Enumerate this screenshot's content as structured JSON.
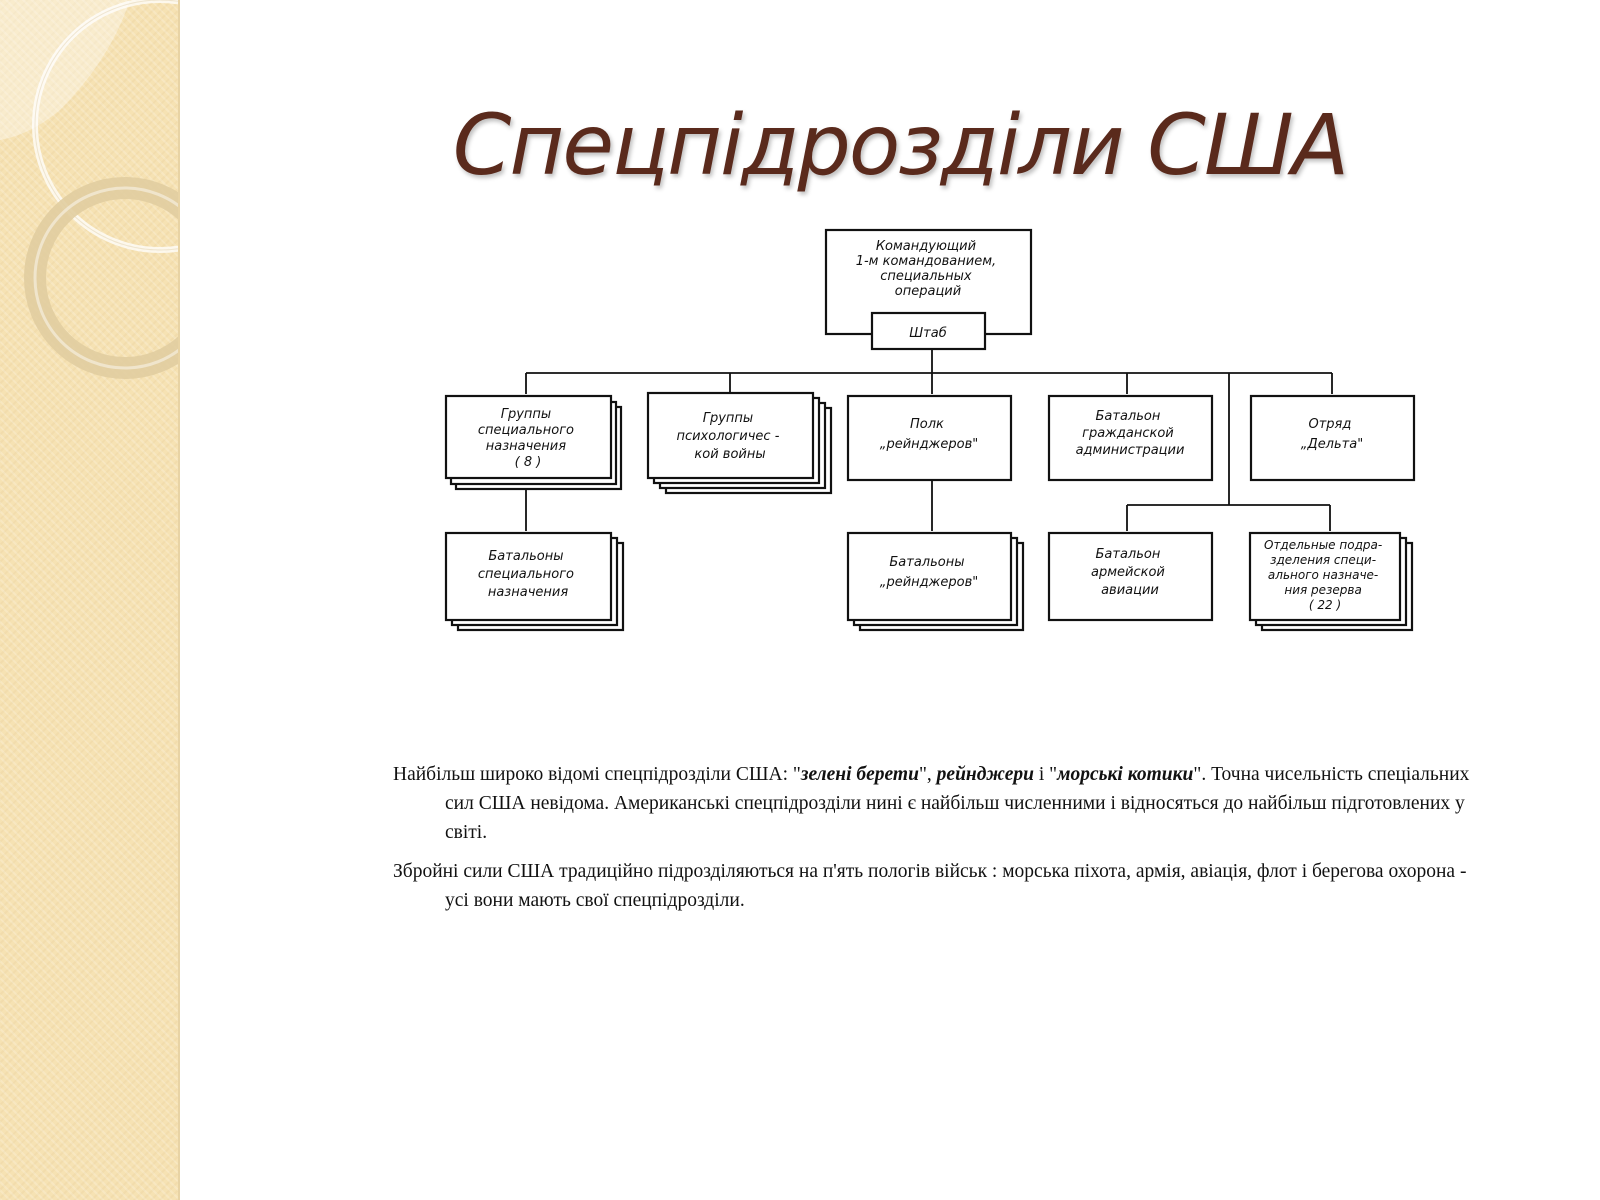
{
  "slide": {
    "title": "Спецпідрозділи США"
  },
  "diagram": {
    "root": {
      "lines": [
        "Командующий",
        "1-м командованием,",
        "специальных",
        "операций"
      ]
    },
    "staff": {
      "lines": [
        "Штаб"
      ]
    },
    "units": [
      {
        "id": "special_groups",
        "lines": [
          "Группы",
          "специального",
          "назначения",
          "( 8 )"
        ]
      },
      {
        "id": "psyops_groups",
        "lines": [
          "Группы",
          "психологичес -",
          "кой войны"
        ]
      },
      {
        "id": "ranger_regiment",
        "lines": [
          "Полк",
          "„рейнджеров\""
        ]
      },
      {
        "id": "civil_admin_battalion",
        "lines": [
          "Батальон",
          "гражданской",
          "администрации"
        ]
      },
      {
        "id": "delta",
        "lines": [
          "Отряд",
          "„Дельта\""
        ]
      }
    ],
    "subunits": [
      {
        "id": "special_battalions",
        "lines": [
          "Батальоны",
          "специального",
          "назначения"
        ]
      },
      {
        "id": "ranger_battalions",
        "lines": [
          "Батальоны",
          "„рейнджеров\""
        ]
      },
      {
        "id": "army_aviation_battalion",
        "lines": [
          "Батальон",
          "армейской",
          "авиации"
        ]
      },
      {
        "id": "reserve_units",
        "lines": [
          "Отдельные подра-",
          "зделения специ-",
          "ального назначе-",
          "ния резерва",
          "( 22 )"
        ]
      }
    ]
  },
  "body": {
    "p1": {
      "before": "Найбільш широко відомі спецпідрозділи США: \"",
      "term1": "зелені берети",
      "mid1": "\", ",
      "term2": "рейнджери",
      "mid2": " і \"",
      "term3": "морські котики",
      "after": "\". Точна чисельність спеціальних сил США невідома. Американські спецпідрозділи нині є найбільш численними і відносяться до найбільш підготовлених у світі."
    },
    "p2": {
      "text": "Збройні сили США традиційно підрозділяються на п'ять пологів військ : морська піхота, армія, авіація, флот і берегова охорона - усі вони мають свої спецпідрозділи."
    }
  },
  "colors": {
    "title": "#5a2a1c",
    "side_panel": "#f6e2b3"
  }
}
